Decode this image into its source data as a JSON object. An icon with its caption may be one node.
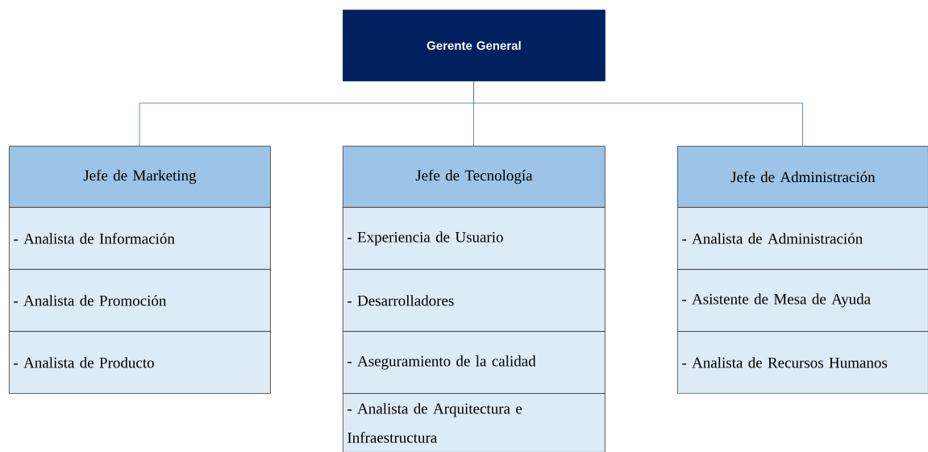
{
  "diagram": {
    "nodes": [
      {
        "text": [
          "Gerente General"
        ]
      },
      {
        "text": [
          "Jefe de Marketing"
        ]
      },
      {
        "text": [
          "- Analista de Información"
        ]
      },
      {
        "text": [
          "- Analista de Promoción"
        ]
      },
      {
        "text": [
          "- Analista de Producto"
        ]
      },
      {
        "text": [
          "Jefe de Tecnología"
        ]
      },
      {
        "text": [
          "- Experiencia de Usuario"
        ]
      },
      {
        "text": [
          "- Desarrolladores"
        ]
      },
      {
        "text": [
          "- Aseguramiento de la calidad"
        ]
      },
      {
        "text": [
          "- Analista de Arquitectura e Infraestructura"
        ]
      },
      {
        "text": [
          "Jefe de Administración"
        ]
      },
      {
        "text": [
          "- Analista de Administración"
        ]
      },
      {
        "text": [
          "- Asistente de Mesa de Ayuda"
        ]
      },
      {
        "text": [
          "- Analista de Recursos Humanos"
        ]
      }
    ],
    "edges": [
      {
        "from": 0,
        "to": 1,
        "arrow": "none"
      },
      {
        "from": 0,
        "to": 5,
        "arrow": "none"
      },
      {
        "from": 0,
        "to": 10,
        "arrow": "none"
      }
    ]
  }
}
